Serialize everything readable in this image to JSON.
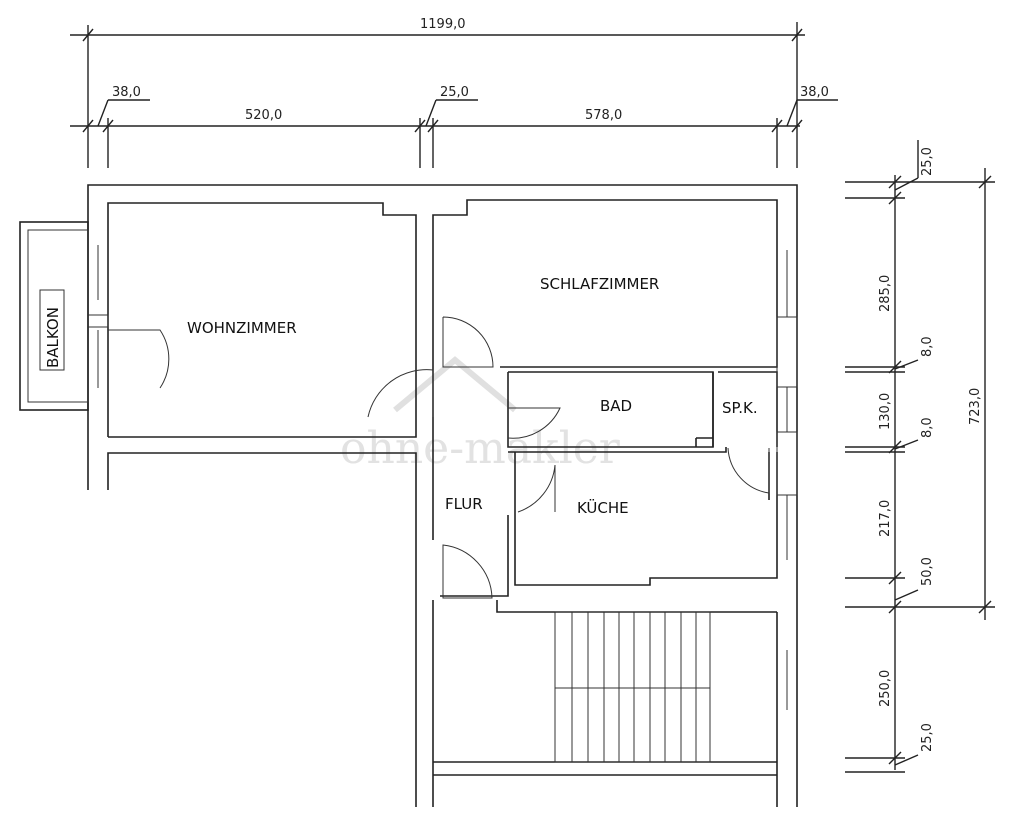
{
  "rooms": {
    "wohnzimmer": "WOHNZIMMER",
    "schlafzimmer": "SCHLAFZIMMER",
    "bad": "BAD",
    "speisekammer": "SP.K.",
    "kueche": "KÜCHE",
    "flur": "FLUR",
    "balkon": "BALKON"
  },
  "dimensions_top": {
    "total": "1199,0",
    "wall_left": "38,0",
    "wohnzimmer_width": "520,0",
    "wall_middle": "25,0",
    "schlafzimmer_width": "578,0",
    "wall_right": "38,0"
  },
  "dimensions_right": {
    "wall_top": "25,0",
    "schlafzimmer_depth": "285,0",
    "wall_1": "8,0",
    "bad_depth": "130,0",
    "wall_2": "8,0",
    "kueche_depth": "217,0",
    "wall_3": "50,0",
    "total": "723,0",
    "stair_depth": "250,0",
    "wall_bottom": "25,0"
  },
  "watermark": "ohne-makler"
}
